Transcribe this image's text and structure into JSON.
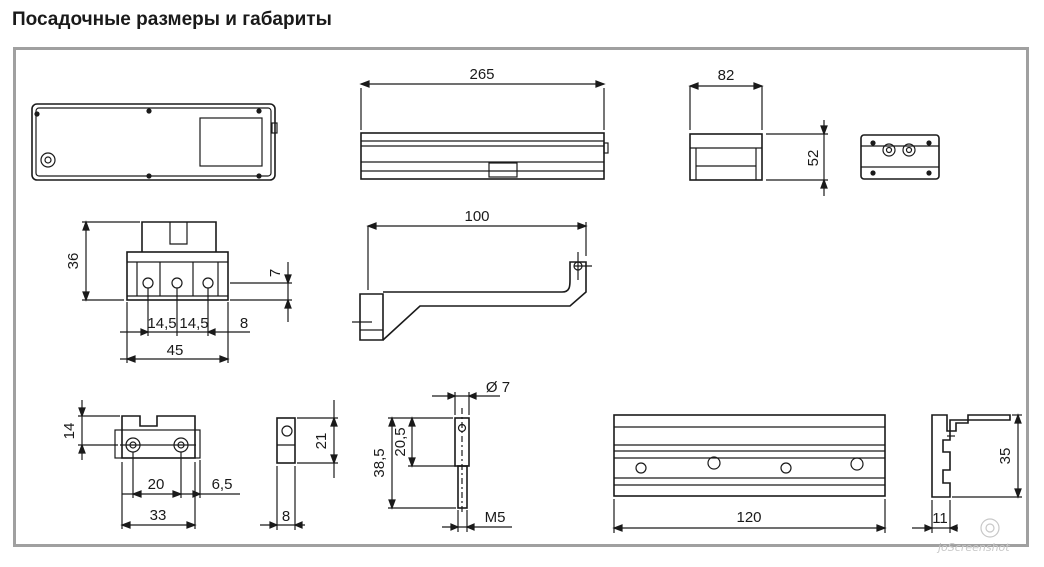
{
  "title": "Посадочные размеры и габариты",
  "watermark": "joScreenshot",
  "dimensions": {
    "top_length": "265",
    "top_width": "82",
    "top_height": "52",
    "bracket_height": "36",
    "bracket_step": "7",
    "bracket_pitch_1": "14,5",
    "bracket_pitch_2": "14,5",
    "bracket_offset": "8",
    "bracket_width": "45",
    "arm_length": "100",
    "plate_height": "14",
    "plate_hole_pitch": "20",
    "plate_side": "6,5",
    "plate_width": "33",
    "side_block_height": "21",
    "side_block_width": "8",
    "screw_diameter": "Ø 7",
    "screw_total": "38,5",
    "screw_head": "20,5",
    "screw_thread": "M5",
    "rail_length": "120",
    "rail_height": "35",
    "rail_width": "11"
  }
}
